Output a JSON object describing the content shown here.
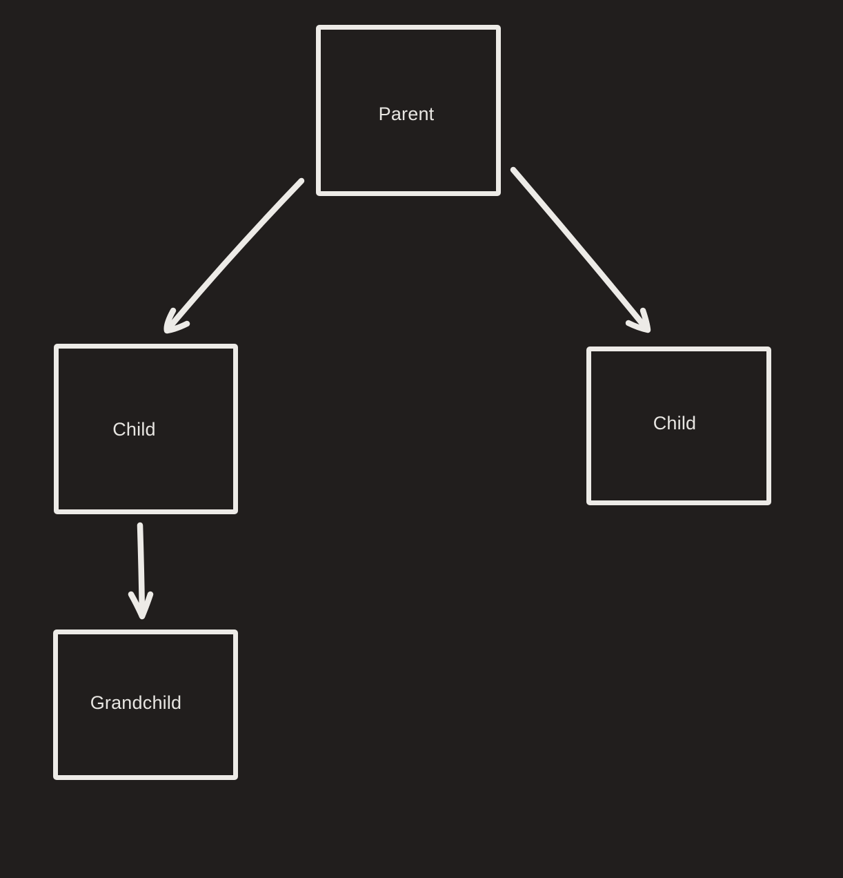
{
  "canvas": {
    "background_color": "#211e1d",
    "stroke_color": "#edebe7",
    "text_color": "#e8e6e2"
  },
  "diagram": {
    "type": "tree",
    "nodes": [
      {
        "id": "parent",
        "label": "Parent"
      },
      {
        "id": "child-left",
        "label": "Child"
      },
      {
        "id": "child-right",
        "label": "Child"
      },
      {
        "id": "grandchild",
        "label": "Grandchild"
      }
    ],
    "edges": [
      {
        "from": "parent",
        "to": "child-left",
        "style": "arrow"
      },
      {
        "from": "parent",
        "to": "child-right",
        "style": "arrow"
      },
      {
        "from": "child-left",
        "to": "grandchild",
        "style": "arrow"
      }
    ]
  }
}
